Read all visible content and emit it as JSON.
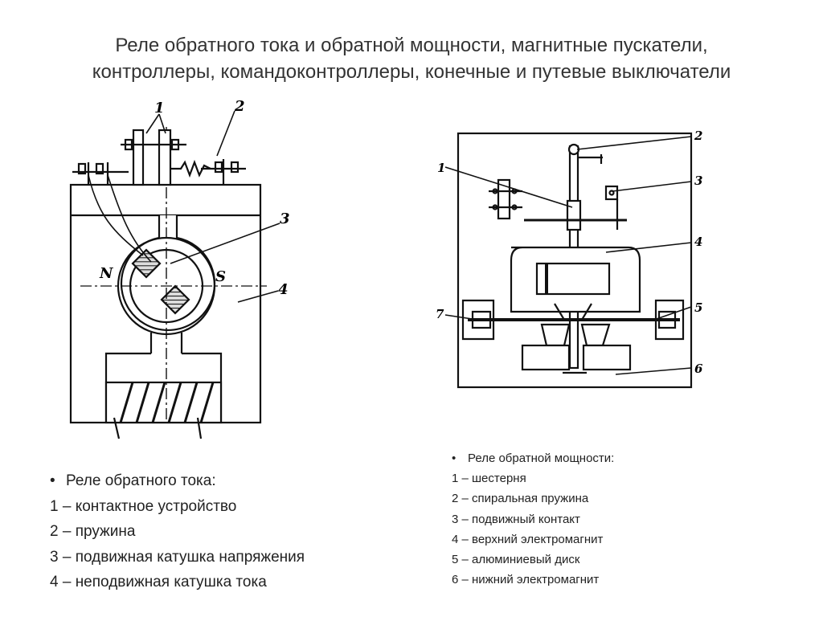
{
  "title": {
    "line1": "Реле обратного тока и обратной мощности, магнитные пускатели,",
    "line2": "контроллеры, командоконтроллеры, конечные и путевые выключатели"
  },
  "left_diagram": {
    "callouts": [
      "1",
      "2",
      "3",
      "4"
    ],
    "pole_labels": {
      "north": "N",
      "south": "S"
    }
  },
  "right_diagram": {
    "callouts": [
      "1",
      "2",
      "3",
      "4",
      "5",
      "6",
      "7"
    ]
  },
  "legend_left": {
    "heading": "Реле обратного тока:",
    "items": [
      "1 – контактное устройство",
      "2 – пружина",
      "3 – подвижная катушка напряжения",
      "4 – неподвижная катушка тока"
    ]
  },
  "legend_right": {
    "heading": "Реле обратной мощности:",
    "items": [
      "1 – шестерня",
      "2 – спиральная пружина",
      "3 – подвижный контакт",
      "4 – верхний электромагнит",
      "5 – алюминиевый диск",
      "6 – нижний электромагнит"
    ]
  }
}
